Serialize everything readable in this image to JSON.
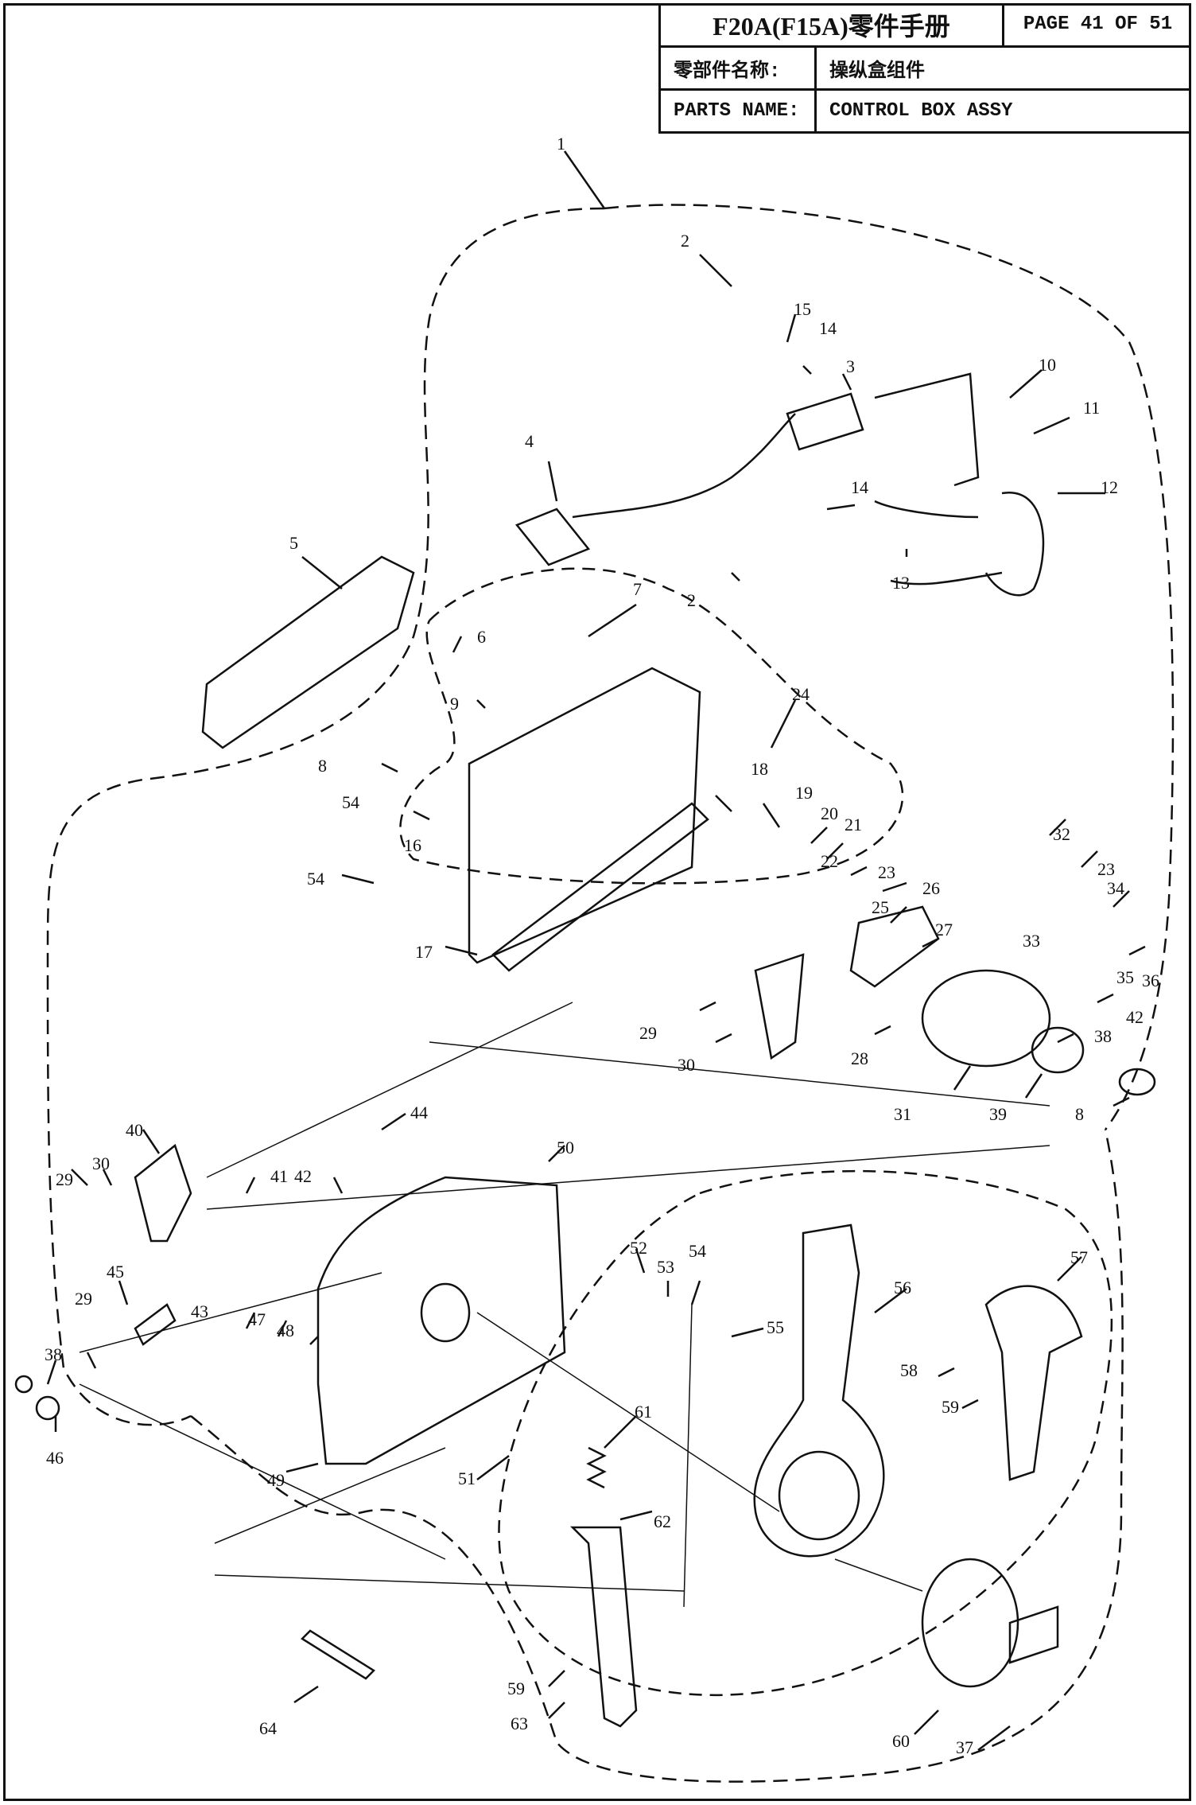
{
  "header": {
    "title": "F20A(F15A)零件手册",
    "page": "PAGE 41 OF 51",
    "part_name_cn_label": "零部件名称:",
    "part_name_cn": "操纵盒组件",
    "part_name_en_label": "PARTS NAME:",
    "part_name_en": "CONTROL BOX ASSY"
  },
  "callouts": [
    {
      "n": "1"
    },
    {
      "n": "2"
    },
    {
      "n": "15"
    },
    {
      "n": "14"
    },
    {
      "n": "3"
    },
    {
      "n": "10"
    },
    {
      "n": "11"
    },
    {
      "n": "4"
    },
    {
      "n": "14"
    },
    {
      "n": "12"
    },
    {
      "n": "13"
    },
    {
      "n": "2"
    },
    {
      "n": "5"
    },
    {
      "n": "7"
    },
    {
      "n": "6"
    },
    {
      "n": "9"
    },
    {
      "n": "24"
    },
    {
      "n": "8"
    },
    {
      "n": "54"
    },
    {
      "n": "18"
    },
    {
      "n": "19"
    },
    {
      "n": "20"
    },
    {
      "n": "21"
    },
    {
      "n": "16"
    },
    {
      "n": "22"
    },
    {
      "n": "54"
    },
    {
      "n": "32"
    },
    {
      "n": "23"
    },
    {
      "n": "23"
    },
    {
      "n": "34"
    },
    {
      "n": "25"
    },
    {
      "n": "26"
    },
    {
      "n": "17"
    },
    {
      "n": "27"
    },
    {
      "n": "33"
    },
    {
      "n": "36"
    },
    {
      "n": "35"
    },
    {
      "n": "42"
    },
    {
      "n": "29"
    },
    {
      "n": "38"
    },
    {
      "n": "30"
    },
    {
      "n": "28"
    },
    {
      "n": "31"
    },
    {
      "n": "39"
    },
    {
      "n": "8"
    },
    {
      "n": "44"
    },
    {
      "n": "40"
    },
    {
      "n": "50"
    },
    {
      "n": "29"
    },
    {
      "n": "30"
    },
    {
      "n": "41"
    },
    {
      "n": "42"
    },
    {
      "n": "52"
    },
    {
      "n": "53"
    },
    {
      "n": "54"
    },
    {
      "n": "56"
    },
    {
      "n": "57"
    },
    {
      "n": "45"
    },
    {
      "n": "55"
    },
    {
      "n": "43"
    },
    {
      "n": "47"
    },
    {
      "n": "48"
    },
    {
      "n": "29"
    },
    {
      "n": "38"
    },
    {
      "n": "58"
    },
    {
      "n": "59"
    },
    {
      "n": "46"
    },
    {
      "n": "61"
    },
    {
      "n": "51"
    },
    {
      "n": "49"
    },
    {
      "n": "62"
    },
    {
      "n": "59"
    },
    {
      "n": "63"
    },
    {
      "n": "64"
    },
    {
      "n": "60"
    },
    {
      "n": "37"
    }
  ]
}
